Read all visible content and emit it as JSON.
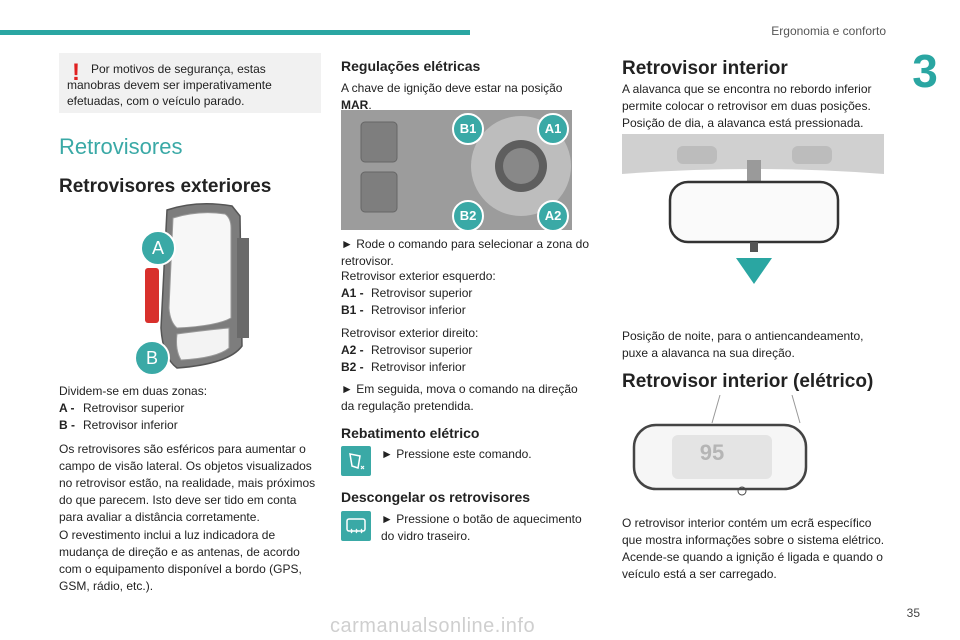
{
  "header": {
    "title": "Ergonomia e conforto",
    "chapter": "3",
    "page": "35"
  },
  "watermark": "carmanualsonline.info",
  "warning": {
    "text": "Por motivos de segurança, estas manobras devem ser imperativamente efetuadas, com o veículo parado."
  },
  "col1": {
    "section_title": "Retrovisores",
    "subtitle": "Retrovisores exteriores",
    "label_a": "A",
    "label_b": "B",
    "intro": "Dividem-se em duas zonas:",
    "zones": [
      {
        "key": "A -",
        "value": "Retrovisor superior"
      },
      {
        "key": "B -",
        "value": "Retrovisor inferior"
      }
    ],
    "para1": "Os retrovisores são esféricos para aumentar o campo de visão lateral. Os objetos visualizados no retrovisor estão, na realidade, mais próximos do que parecem. Isto deve ser tido em conta para avaliar a distância corretamente.",
    "para2": "O revestimento inclui a luz indicadora de mudança de direção e as antenas, de acordo com o equipamento disponível a bordo (GPS, GSM, rádio, etc.)."
  },
  "col2": {
    "title": "Regulações elétricas",
    "intro_prefix": "A chave de ignição deve estar na posição ",
    "intro_key": "MAR",
    "intro_suffix": ".",
    "dial_labels": {
      "b1": "B1",
      "a1": "A1",
      "b2": "B2",
      "a2": "A2"
    },
    "step1": "► Rode o comando para selecionar a zona do retrovisor.",
    "left_title": "Retrovisor exterior esquerdo:",
    "left_items": [
      {
        "key": "A1 -",
        "value": "Retrovisor superior"
      },
      {
        "key": "B1 -",
        "value": "Retrovisor inferior"
      }
    ],
    "right_title": "Retrovisor exterior direito:",
    "right_items": [
      {
        "key": "A2 -",
        "value": "Retrovisor superior"
      },
      {
        "key": "B2 -",
        "value": "Retrovisor inferior"
      }
    ],
    "step2": "► Em seguida, mova o comando na direção da regulação pretendida.",
    "fold_title": "Rebatimento elétrico",
    "fold_text": "► Pressione este comando.",
    "defrost_title": "Descongelar os retrovisores",
    "defrost_text": "► Pressione o botão de aquecimento do vidro traseiro."
  },
  "col3": {
    "title": "Retrovisor interior",
    "para1": "A alavanca que se encontra no rebordo inferior permite colocar o retrovisor em duas posições. Posição de dia, a alavanca está pressionada.",
    "para2": "Posição de noite, para o antiencandeamento, puxe a alavanca na sua direção.",
    "title2": "Retrovisor interior (elétrico)",
    "display_value": "95",
    "para3": "O retrovisor interior contém um ecrã específico que mostra informações sobre o sistema elétrico. Acende-se quando a ignição é ligada e quando o veículo está a ser carregado."
  },
  "colors": {
    "accent": "#2aa6a2",
    "warning": "#e02020"
  }
}
